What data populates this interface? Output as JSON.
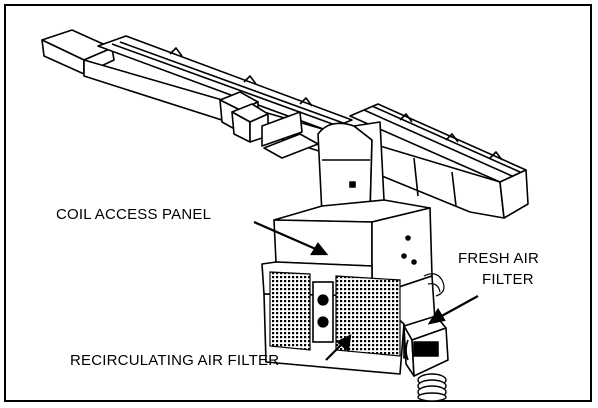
{
  "labels": {
    "coil_access_panel": "COIL ACCESS PANEL",
    "fresh_air_filter_line1": "FRESH AIR",
    "fresh_air_filter_line2": "FILTER",
    "recirculating_air_filter": "RECIRCULATING AIR FILTER"
  },
  "colors": {
    "line": "#000000",
    "background": "#ffffff",
    "fill_light": "#ffffff",
    "shade": "#d8d8d8"
  }
}
